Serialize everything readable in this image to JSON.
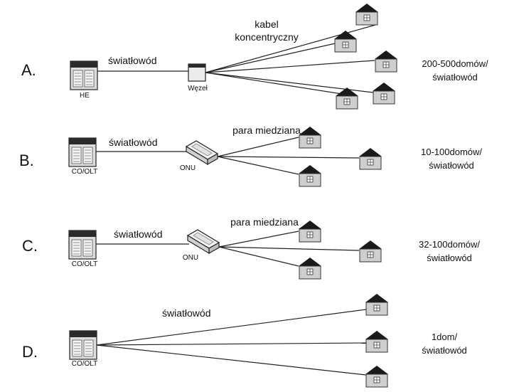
{
  "rows": [
    {
      "letter": "A.",
      "source": {
        "label": "HE"
      },
      "fiber_label": "światłowód",
      "node": {
        "type": "wezel",
        "label": "Węzeł"
      },
      "drop_label_lines": [
        "kabel",
        "koncentryczny"
      ],
      "houses": 5,
      "capacity_lines": [
        "200-500domów/",
        "światłowód"
      ]
    },
    {
      "letter": "B.",
      "source": {
        "label": "CO/OLT"
      },
      "fiber_label": "światłowód",
      "node": {
        "type": "onu",
        "label": "ONU"
      },
      "drop_label_lines": [
        "para miedziana"
      ],
      "houses": 3,
      "capacity_lines": [
        "10-100domów/",
        "światłowód"
      ]
    },
    {
      "letter": "C.",
      "source": {
        "label": "CO/OLT"
      },
      "fiber_label": "światłowód",
      "node": {
        "type": "onu",
        "label": "ONU"
      },
      "drop_label_lines": [
        "para miedziana"
      ],
      "houses": 3,
      "capacity_lines": [
        "32-100domów/",
        "światłowód"
      ]
    },
    {
      "letter": "D.",
      "source": {
        "label": "CO/OLT"
      },
      "fiber_label": "światłowód",
      "node": null,
      "drop_label_lines": [],
      "houses": 3,
      "capacity_lines": [
        "1dom/",
        "światłowód"
      ]
    }
  ],
  "icons": {
    "source": "server-rack-icon",
    "wezel": "node-box-icon",
    "onu": "onu-device-icon",
    "house": "house-icon"
  }
}
